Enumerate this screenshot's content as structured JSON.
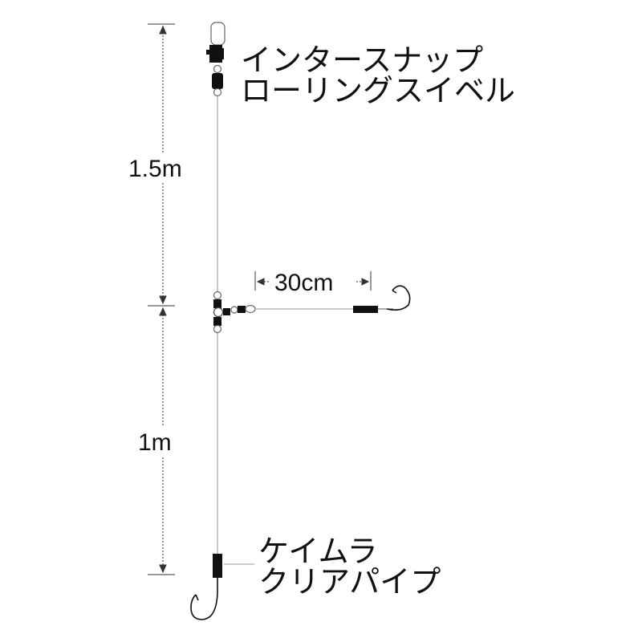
{
  "labels": {
    "snap": "インタースナップ",
    "swivel": "ローリングスイベル",
    "main_length": "1.5m",
    "branch_length": "30cm",
    "lower_length": "1m",
    "keimura": "ケイムラ",
    "pipe": "クリアパイプ"
  },
  "colors": {
    "line": "#b5b5b5",
    "ink": "#111111",
    "dimension": "#333333"
  },
  "icons": [
    "snap-icon",
    "swivel-icon",
    "triple-swivel-icon",
    "hook-icon"
  ]
}
